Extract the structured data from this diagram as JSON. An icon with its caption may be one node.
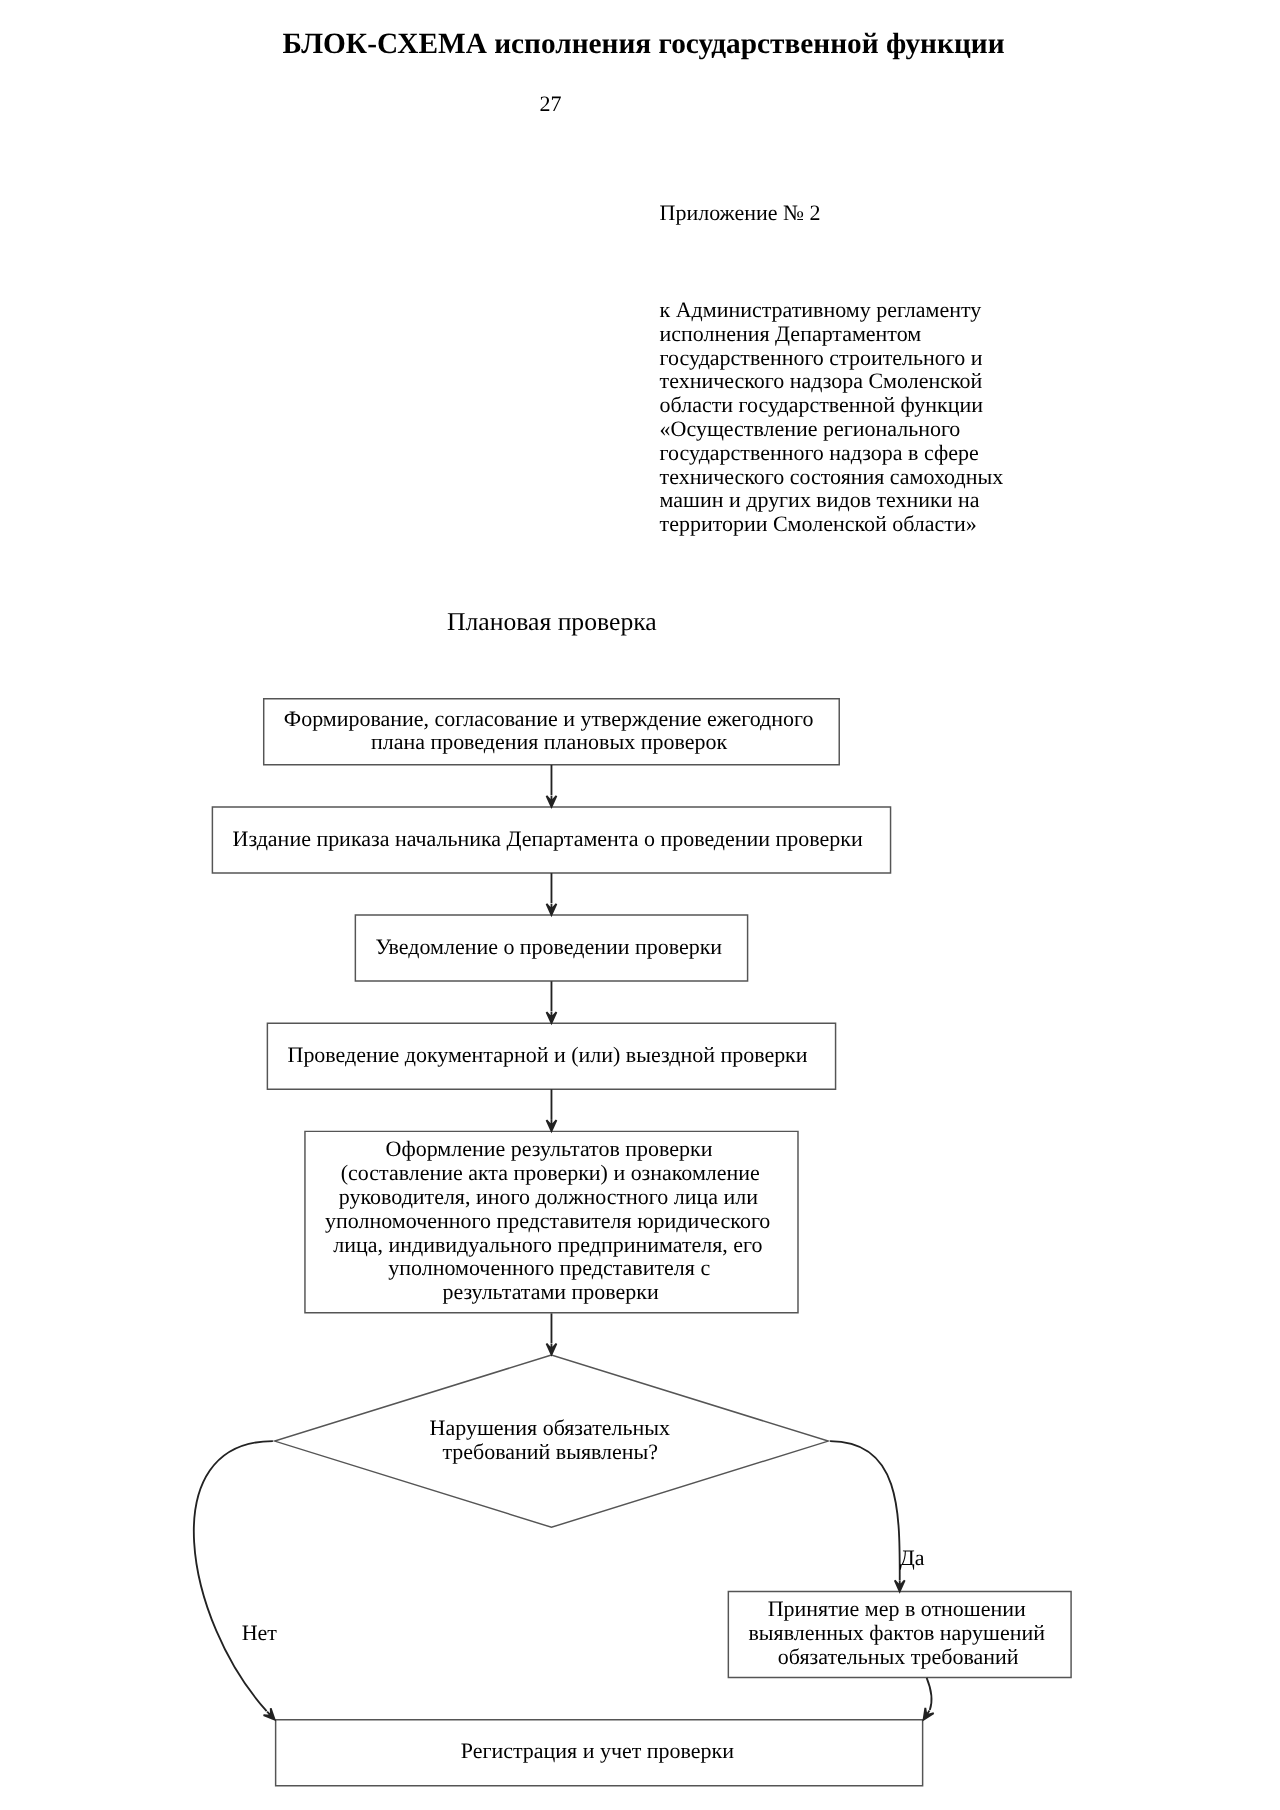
{
  "diagram": {
    "title": "БЛОК-СХЕМА исполнения государственной функции",
    "nodes": [
      {
        "text": [
          "Формирование, согласование и утверждение ежегодного плана проведения плановых проверок"
        ]
      },
      {
        "text": [
          "Издание приказа начальника Департамента о проведении проверки"
        ]
      },
      {
        "text": [
          "Уведомление о проведении проверки"
        ]
      },
      {
        "text": [
          "Проведение документарной и (или) выездной проверки"
        ]
      },
      {
        "text": [
          "Оформление результатов проверки (составление акта проверки) и ознакомление руководителя, иного должностного лица или уполномоченного представителя юридического лица, индивидуального предпринимателя, его уполномоченного представителя с результатами проверки"
        ]
      },
      {
        "text": [
          "Нарушения обязательных требований выявлены?"
        ]
      },
      {
        "text": [
          "Принятие мер в отношении выявленных фактов нарушений обязательных требований"
        ]
      },
      {
        "text": [
          "Регистрация и учет проверки"
        ]
      }
    ],
    "edges": [
      {
        "from": 0,
        "to": 1,
        "arrow": "to"
      },
      {
        "from": 1,
        "to": 2,
        "arrow": "to"
      },
      {
        "from": 2,
        "to": 3,
        "arrow": "to"
      },
      {
        "from": 3,
        "to": 4,
        "arrow": "to"
      },
      {
        "from": 4,
        "to": 5,
        "arrow": "to"
      },
      {
        "from": 5,
        "to": 6,
        "arrow": "to",
        "label": "Да"
      },
      {
        "from": 5,
        "to": 7,
        "arrow": "to",
        "label": "Нет"
      },
      {
        "from": 6,
        "to": 7,
        "arrow": "to"
      }
    ],
    "labels": [
      "27",
      "Приложение № 2",
      "к Административному регламенту исполнения Департаментом государственного строительного и технического надзора Смоленской области государственной функции «Осуществление регионального государственного надзора в сфере технического состояния самоходных машин и других видов техники на территории Смоленской области»",
      "Плановая проверка"
    ]
  }
}
